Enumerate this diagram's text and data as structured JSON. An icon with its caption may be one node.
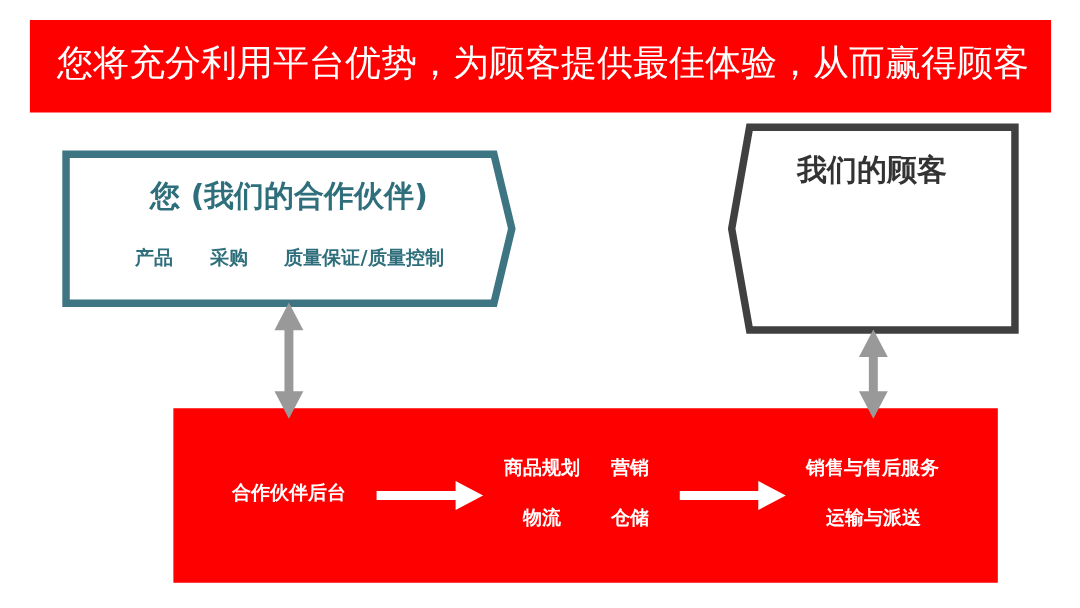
{
  "diagram": {
    "title": "您将充分利用平台优势，为顾客提供最佳体验，从而赢得顾客",
    "nodes": [
      {
        "text": [
          "您 (我们的合作伙伴)",
          "产品",
          "采购",
          "质量保证/质量控制"
        ]
      },
      {
        "text": [
          "我们的顾客"
        ]
      },
      {
        "text": [],
        "shape": "bar"
      },
      {
        "text": [
          "合作伙伴后台"
        ],
        "in": 2
      },
      {
        "text": [
          "商品规划",
          "营销",
          "物流",
          "仓储"
        ],
        "in": 2
      },
      {
        "text": [
          "销售与售后服务",
          "运输与派送"
        ],
        "in": 2
      }
    ],
    "edges": [
      {
        "from": 0,
        "to": 2,
        "arrow": "both",
        "color": "#999999"
      },
      {
        "from": 1,
        "to": 2,
        "arrow": "both",
        "color": "#999999"
      },
      {
        "from": 3,
        "to": 4,
        "arrow": "to",
        "color": "#ffffff"
      },
      {
        "from": 4,
        "to": 5,
        "arrow": "to",
        "color": "#ffffff"
      }
    ]
  }
}
